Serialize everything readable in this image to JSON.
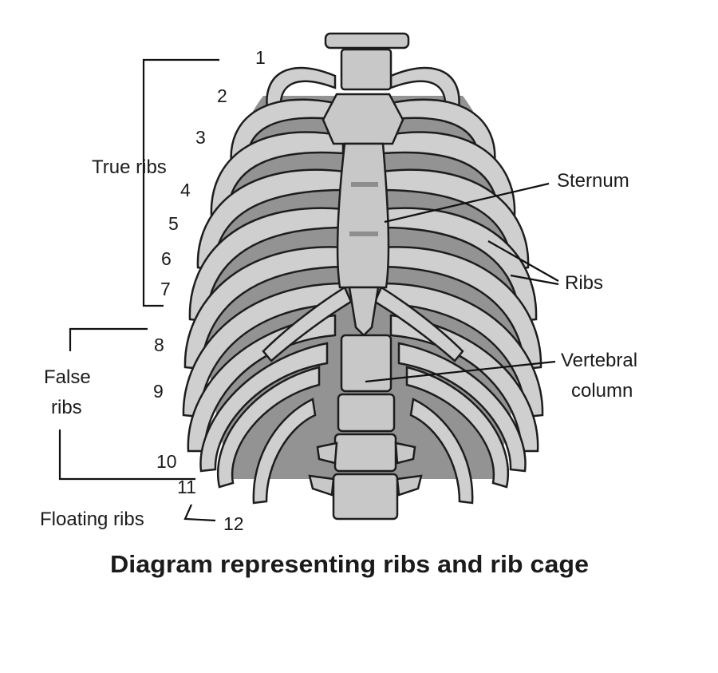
{
  "labels": {
    "true_ribs": "True ribs",
    "false_ribs_line1": "False",
    "false_ribs_line2": "ribs",
    "floating_ribs": "Floating ribs",
    "sternum": "Sternum",
    "ribs": "Ribs",
    "vertebral_line1": "Vertebral",
    "vertebral_line2": "column"
  },
  "rib_numbers": [
    "1",
    "2",
    "3",
    "4",
    "5",
    "6",
    "7",
    "8",
    "9",
    "10",
    "11",
    "12"
  ],
  "caption": "Diagram representing ribs and rib cage"
}
